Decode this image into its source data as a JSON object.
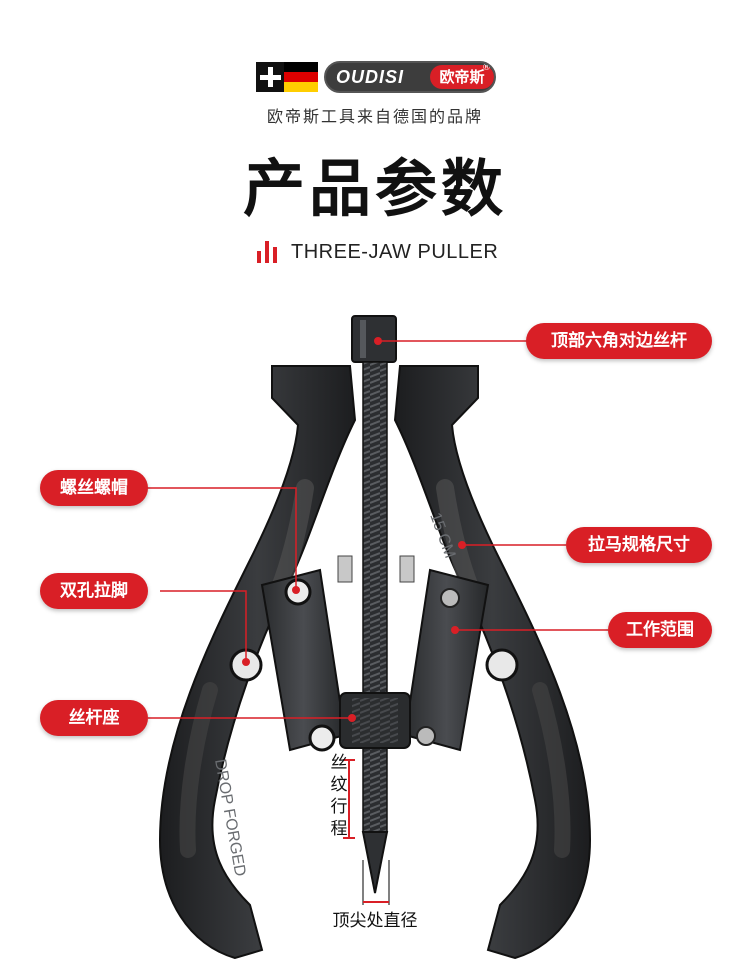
{
  "brand": {
    "name_latin": "OUDISI",
    "name_cn": "欧帝斯",
    "registered": "®",
    "flag_colors": [
      "#000000",
      "#dd0000",
      "#ffce00"
    ]
  },
  "header": {
    "tagline": "欧帝斯工具来自德国的品牌",
    "title": "产品参数",
    "subtitle": "THREE-JAW PULLER"
  },
  "tool_engravings": {
    "size_mark": "15 CM",
    "forging_mark": "DROP FORGED"
  },
  "callouts": {
    "top_hex_screw": "顶部六角对边丝杆",
    "screw_nut": "螺丝螺帽",
    "puller_size": "拉马规格尺寸",
    "double_hole_foot": "双孔拉脚",
    "working_range": "工作范围",
    "screw_seat": "丝杆座"
  },
  "dimension_labels": {
    "thread_travel": "丝纹行程",
    "tip_diameter": "顶尖处直径"
  },
  "colors": {
    "accent": "#d91f26",
    "tool_body": "#2a2c2e"
  }
}
